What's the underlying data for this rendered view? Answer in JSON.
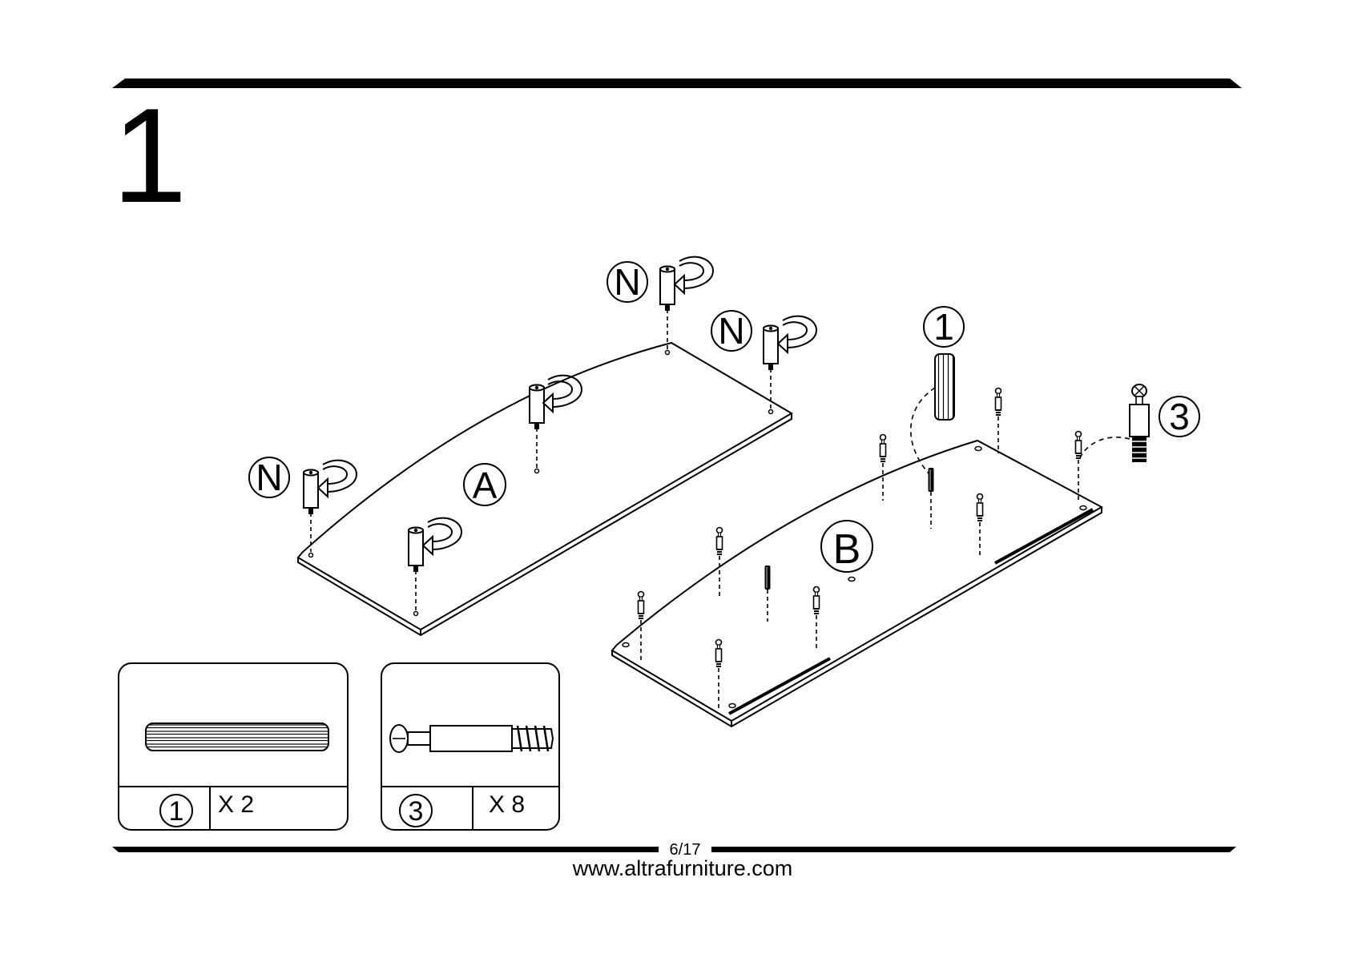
{
  "step": {
    "number": "1"
  },
  "panels": {
    "a_label": "A",
    "b_label": "B"
  },
  "callouts": {
    "n_label": "N",
    "part1_label": "1",
    "part3_label": "3"
  },
  "parts": [
    {
      "id": "1",
      "qty": "X 2",
      "icon": "wooden-dowel-icon"
    },
    {
      "id": "3",
      "qty": "X 8",
      "icon": "cam-bolt-icon"
    }
  ],
  "footer": {
    "page": "6/17",
    "website": "www.altrafurniture.com"
  }
}
